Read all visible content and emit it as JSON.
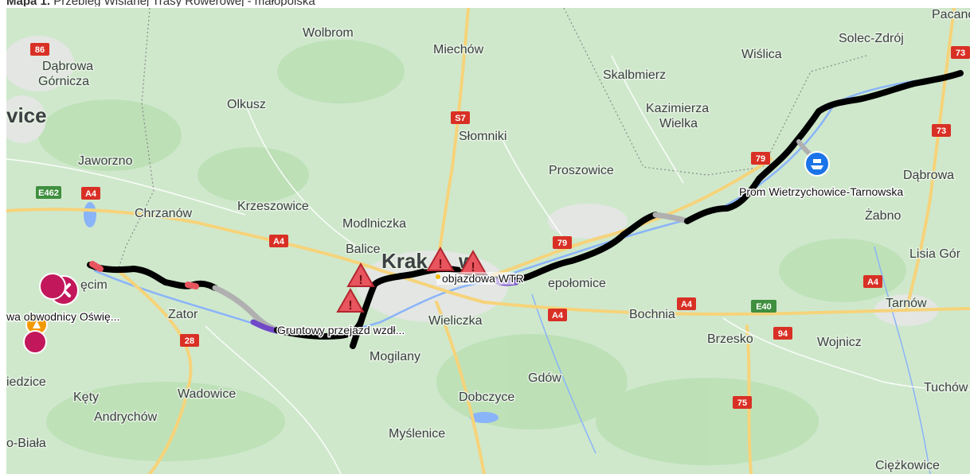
{
  "caption": {
    "prefix": "Mapa 1.",
    "text": "Przebieg Wiślanej Trasy Rowerowej - małopolska"
  },
  "colors": {
    "land": "#cfe8cc",
    "road_major": "#f6d37a",
    "route": "#000000",
    "river": "#8ab4f8",
    "warning": "#e8555e",
    "detour": "#7048c8",
    "ferry": "#1a73e8",
    "closure": "#c2185b",
    "roadwork": "#f29900"
  },
  "cities": [
    {
      "id": "pacanow",
      "name": "Pacanów"
    },
    {
      "id": "wolbrom",
      "name": "Wolbrom"
    },
    {
      "id": "solec",
      "name": "Solec-Zdrój"
    },
    {
      "id": "miechow",
      "name": "Miechów"
    },
    {
      "id": "wislica",
      "name": "Wiślica"
    },
    {
      "id": "dabrowa-g1",
      "name": "Dąbrowa"
    },
    {
      "id": "dabrowa-g2",
      "name": "Górnicza"
    },
    {
      "id": "skalbmierz",
      "name": "Skalbmierz"
    },
    {
      "id": "olkusz",
      "name": "Olkusz"
    },
    {
      "id": "kazimierza1",
      "name": "Kazimierza"
    },
    {
      "id": "kazimierza2",
      "name": "Wielka"
    },
    {
      "id": "katowice",
      "name": "vice"
    },
    {
      "id": "slomniki",
      "name": "Słomniki"
    },
    {
      "id": "jaworzno",
      "name": "Jaworzno"
    },
    {
      "id": "proszowice",
      "name": "Proszowice"
    },
    {
      "id": "dabrowa-t",
      "name": "Dąbrowa"
    },
    {
      "id": "chrzanow",
      "name": "Chrzanów"
    },
    {
      "id": "krzeszowice",
      "name": "Krzeszowice"
    },
    {
      "id": "zabno",
      "name": "Żabno"
    },
    {
      "id": "modlniczka",
      "name": "Modlniczka"
    },
    {
      "id": "balice",
      "name": "Balice"
    },
    {
      "id": "lisia",
      "name": "Lisia Gór"
    },
    {
      "id": "krakow",
      "name": "Krak"
    },
    {
      "id": "krakow2",
      "name": "w"
    },
    {
      "id": "oswiecim",
      "name": "ęcim"
    },
    {
      "id": "niepolomice",
      "name": "epołomice"
    },
    {
      "id": "tarnow",
      "name": "Tarnów"
    },
    {
      "id": "zator",
      "name": "Zator"
    },
    {
      "id": "wieliczka",
      "name": "Wieliczka"
    },
    {
      "id": "bochnia",
      "name": "Bochnia"
    },
    {
      "id": "brzesko",
      "name": "Brzesko"
    },
    {
      "id": "wojnicz",
      "name": "Wojnicz"
    },
    {
      "id": "mogilany",
      "name": "Mogilany"
    },
    {
      "id": "gdow",
      "name": "Gdów"
    },
    {
      "id": "brzeszcze",
      "name": "iedzice"
    },
    {
      "id": "tuchow",
      "name": "Tuchów"
    },
    {
      "id": "kety",
      "name": "Kęty"
    },
    {
      "id": "wadowice",
      "name": "Wadowice"
    },
    {
      "id": "dobczyce",
      "name": "Dobczyce"
    },
    {
      "id": "andrychow",
      "name": "Andrychów"
    },
    {
      "id": "biala",
      "name": "o-Biała"
    },
    {
      "id": "myslenice",
      "name": "Myślenice"
    },
    {
      "id": "ciezkowice",
      "name": "Ciężkowice"
    }
  ],
  "roads": [
    {
      "id": "r86",
      "label": "86",
      "color": "#d93025"
    },
    {
      "id": "r73a",
      "label": "73",
      "color": "#d93025"
    },
    {
      "id": "rs7",
      "label": "S7",
      "color": "#d93025"
    },
    {
      "id": "r73b",
      "label": "73",
      "color": "#d93025"
    },
    {
      "id": "r79a",
      "label": "79",
      "color": "#d93025"
    },
    {
      "id": "re462",
      "label": "E462",
      "color": "#3f8f3f"
    },
    {
      "id": "ra4a",
      "label": "A4",
      "color": "#d93025"
    },
    {
      "id": "ra4b",
      "label": "A4",
      "color": "#d93025"
    },
    {
      "id": "r79b",
      "label": "79",
      "color": "#d93025"
    },
    {
      "id": "ra4c",
      "label": "A4",
      "color": "#d93025"
    },
    {
      "id": "ra4d",
      "label": "A4",
      "color": "#d93025"
    },
    {
      "id": "ra4e",
      "label": "A4",
      "color": "#d93025"
    },
    {
      "id": "re40",
      "label": "E40",
      "color": "#3f8f3f"
    },
    {
      "id": "r94",
      "label": "94",
      "color": "#d93025"
    },
    {
      "id": "r28",
      "label": "28",
      "color": "#d93025"
    },
    {
      "id": "r75",
      "label": "75",
      "color": "#d93025"
    }
  ],
  "poi_labels": {
    "ferry": "Prom Wietrzychowice-Tarnowska",
    "detour": "objazdowa WTR",
    "gravel": "Gruntowy przejazd wzdł...",
    "bypass": "wa obwodnicy Oświę..."
  },
  "icons": {
    "ferry": "ferry-icon",
    "warning": "warning-triangle-icon",
    "closure": "road-closed-icon",
    "roadwork": "roadwork-icon"
  }
}
